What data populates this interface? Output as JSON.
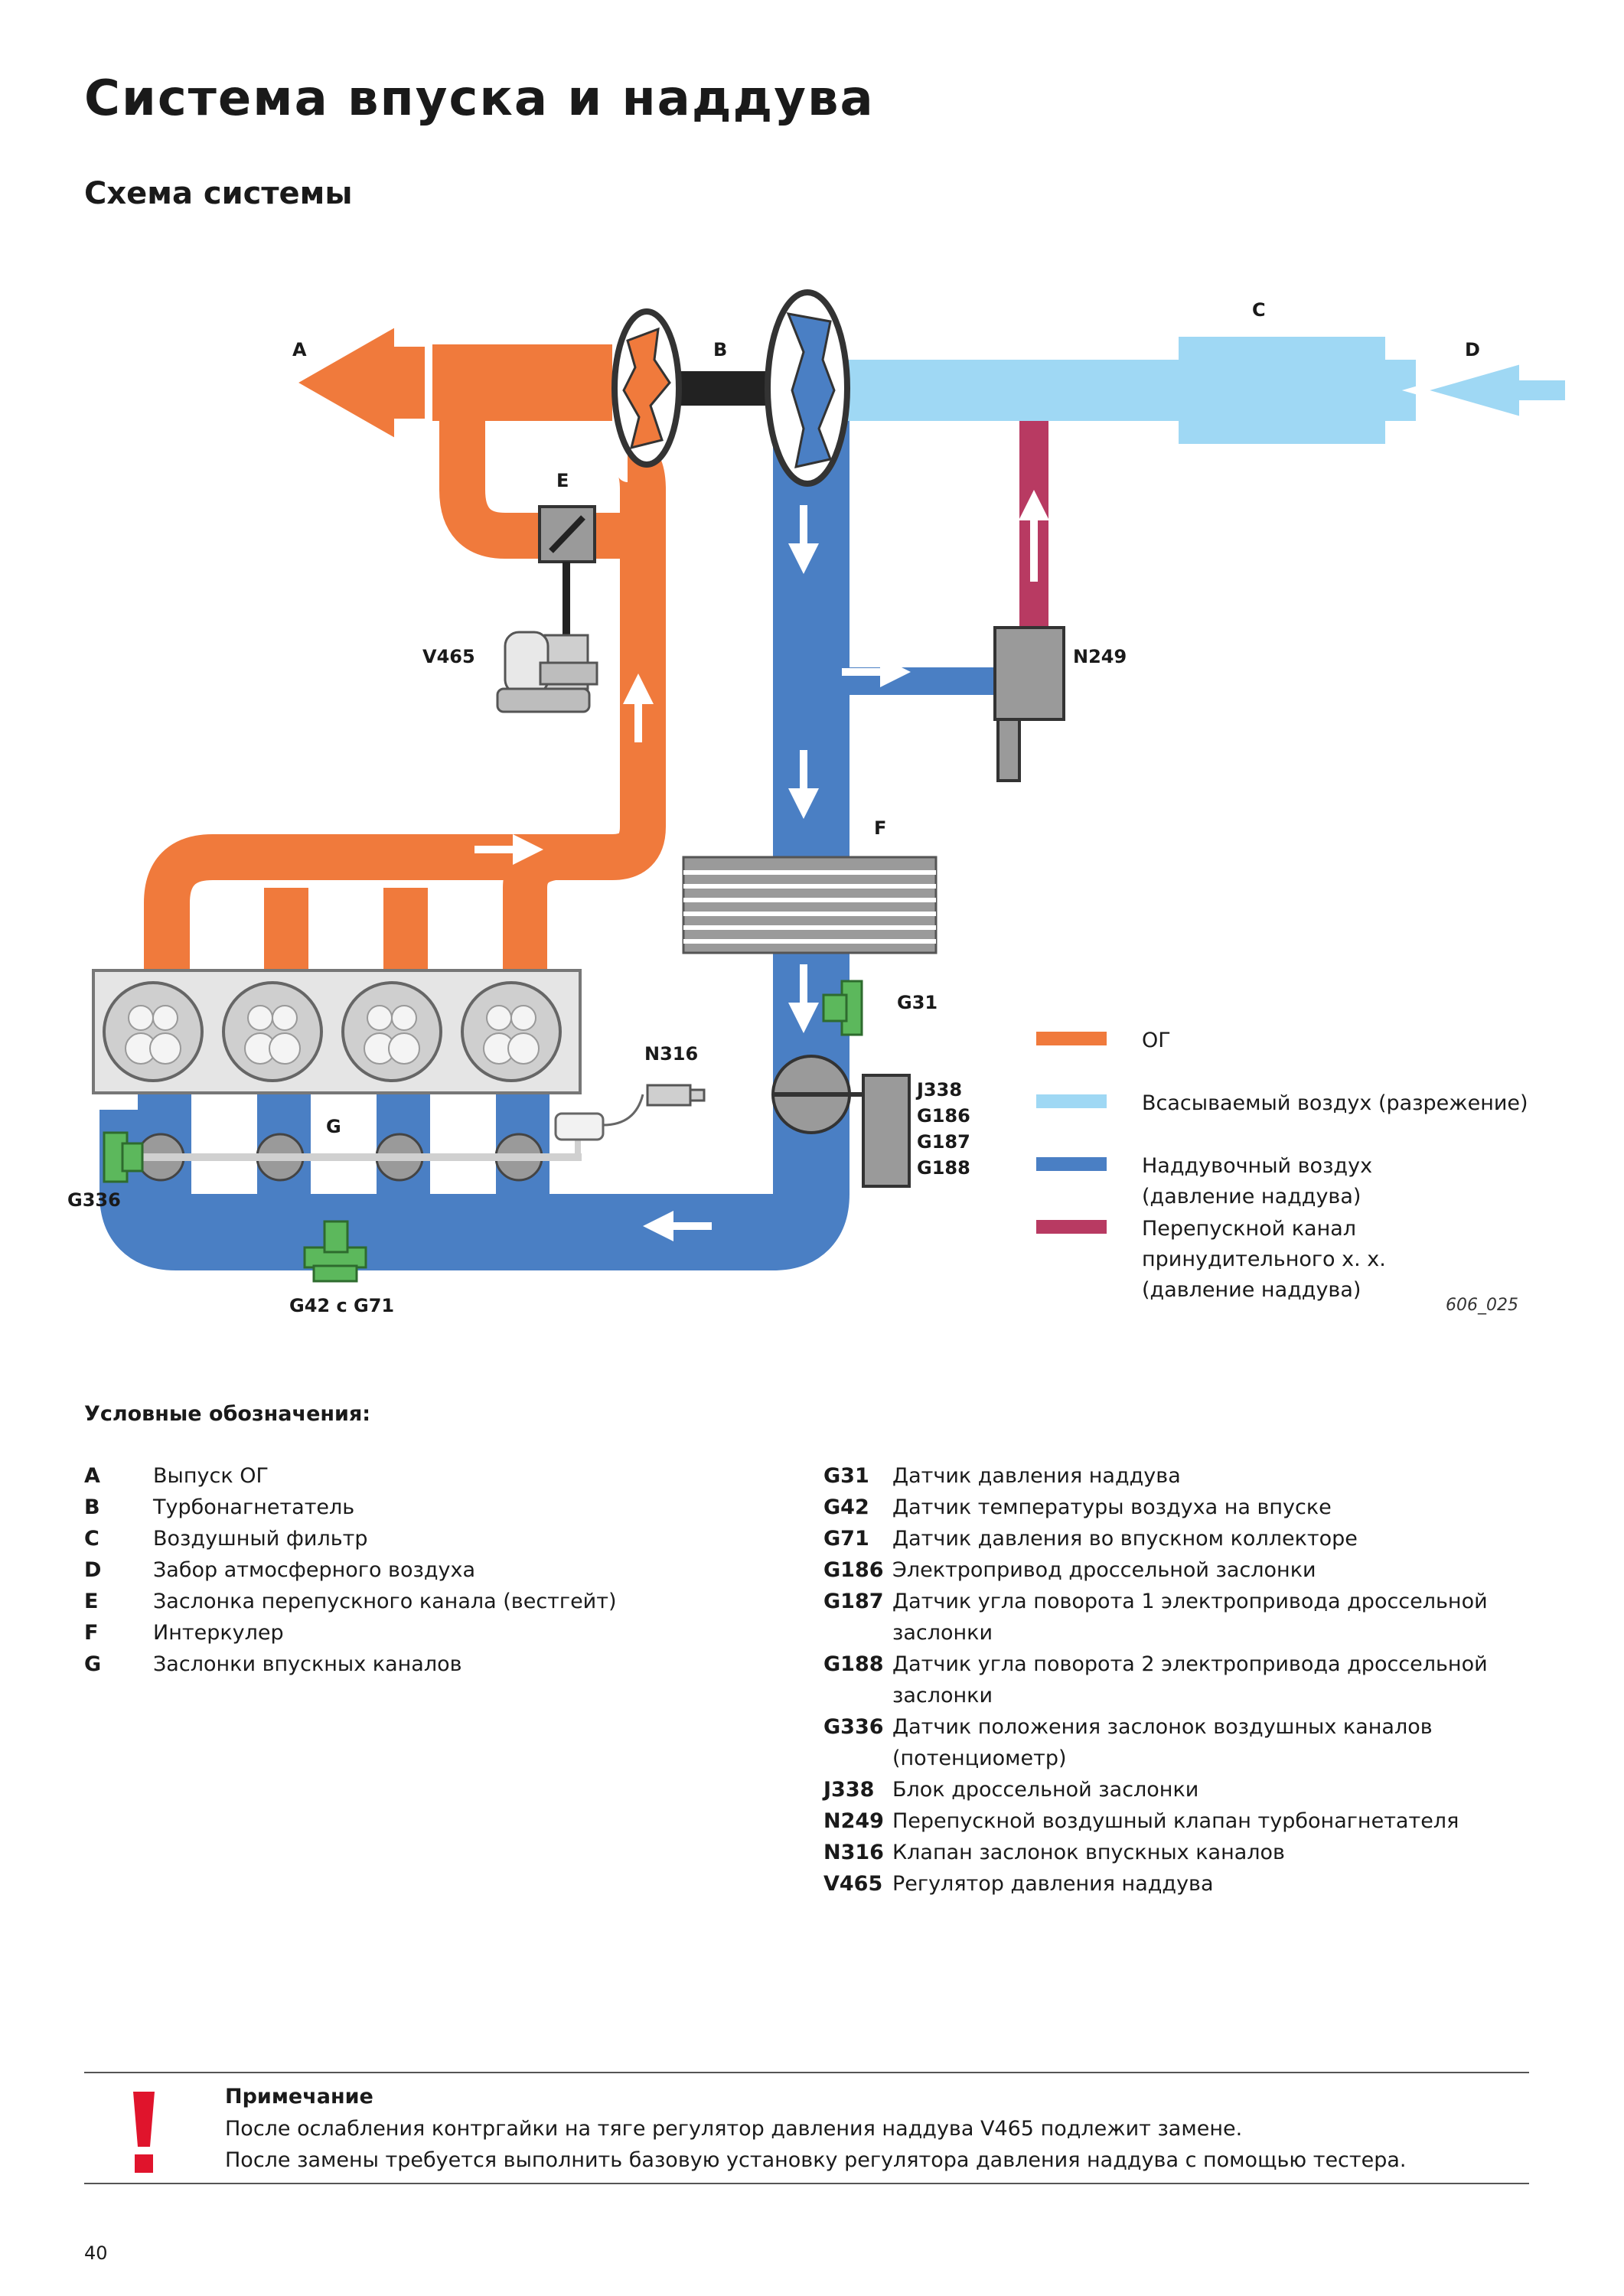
{
  "page": {
    "title": "Система впуска и наддува",
    "subtitle": "Схема системы",
    "page_number": "40"
  },
  "diagram": {
    "labels": {
      "A": "A",
      "B": "B",
      "C": "C",
      "D": "D",
      "E": "E",
      "F": "F",
      "G": "G",
      "V465": "V465",
      "N249": "N249",
      "N316": "N316",
      "G31": "G31",
      "G336": "G336",
      "G42_G71": "G42 с G71",
      "J338": "J338",
      "G186": "G186",
      "G187": "G187",
      "G188": "G188"
    },
    "figure_id": "606_025",
    "colors": {
      "exhaust": "#f07a3c",
      "intake_vacuum": "#9fd8f4",
      "boost": "#4a7fc4",
      "bypass": "#b83a62",
      "sensor": "#5cb85c",
      "component_gray": "#9a9a9a"
    },
    "key": [
      {
        "label": "ОГ",
        "color": "#f07a3c"
      },
      {
        "label": "Всасываемый воздух (разрежение)",
        "color": "#9fd8f4"
      },
      {
        "label": "Наддувочный воздух",
        "label2": "(давление наддува)",
        "color": "#4a7fc4"
      },
      {
        "label": "Перепускной канал",
        "label2": "принудительного х. х.",
        "label3": "(давление наддува)",
        "color": "#b83a62"
      }
    ]
  },
  "legend": {
    "heading": "Условные обозначения:",
    "left": [
      {
        "code": "A",
        "text": "Выпуск ОГ"
      },
      {
        "code": "B",
        "text": "Турбонагнетатель"
      },
      {
        "code": "C",
        "text": "Воздушный фильтр"
      },
      {
        "code": "D",
        "text": "Забор атмосферного воздуха"
      },
      {
        "code": "E",
        "text": "Заслонка перепускного канала (вестгейт)"
      },
      {
        "code": "F",
        "text": "Интеркулер"
      },
      {
        "code": "G",
        "text": "Заслонки впускных каналов"
      }
    ],
    "right": [
      {
        "code": "G31",
        "text": "Датчик давления наддува"
      },
      {
        "code": "G42",
        "text": "Датчик температуры воздуха на впуске"
      },
      {
        "code": "G71",
        "text": "Датчик давления во впускном коллекторе"
      },
      {
        "code": "G186",
        "text": "Электропривод дроссельной заслонки"
      },
      {
        "code": "G187",
        "text": "Датчик угла поворота 1 электропривода дроссельной",
        "text2": "заслонки"
      },
      {
        "code": "G188",
        "text": "Датчик угла поворота 2 электропривода дроссельной",
        "text2": "заслонки"
      },
      {
        "code": "G336",
        "text": "Датчик положения заслонок воздушных каналов",
        "text2": "(потенциометр)"
      },
      {
        "code": "J338",
        "text": "Блок дроссельной заслонки"
      },
      {
        "code": "N249",
        "text": "Перепускной воздушный клапан турбонагнетателя"
      },
      {
        "code": "N316",
        "text": "Клапан заслонок впускных каналов"
      },
      {
        "code": "V465",
        "text": "Регулятор давления наддува"
      }
    ]
  },
  "note": {
    "heading": "Примечание",
    "line1": "После ослабления контргайки на тяге регулятор давления наддува V465 подлежит замене.",
    "line2": "После замены требуется выполнить базовую установку регулятора давления наддува с помощью тестера."
  }
}
